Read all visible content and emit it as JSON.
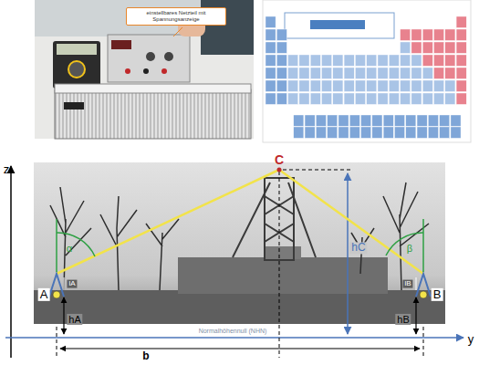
{
  "diagram": {
    "nodes": [
      {
        "text": [
          "einstellbares Netzteil mit Spannungsanzeige"
        ]
      }
    ],
    "labels": [
      "z",
      "y",
      "C",
      "hC",
      "A",
      "B",
      "hA",
      "hB",
      "lA",
      "lB",
      "α",
      "β",
      "b",
      "Normalhöhennull (NHN)"
    ]
  }
}
